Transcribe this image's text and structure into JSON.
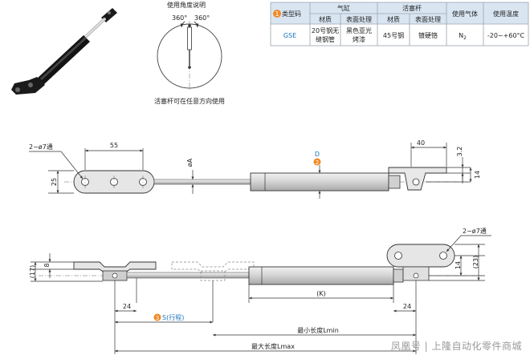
{
  "angle_note": {
    "title": "使用角度说明",
    "left_angle": "360°",
    "right_angle": "360°",
    "caption": "活塞杆可在任意方向使用"
  },
  "table": {
    "type_code_label": "类型码",
    "type_code_badge": "1",
    "cylinder_label": "气缸",
    "rod_label": "活塞杆",
    "gas_label": "使用气体",
    "temp_label": "使用温度",
    "cyl_material_label": "材质",
    "cyl_surface_label": "表面处理",
    "rod_material_label": "材质",
    "rod_surface_label": "表面处理",
    "row": {
      "code": "GSE",
      "cyl_material_l1": "20号钢无",
      "cyl_material_l2": "缝钢管",
      "cyl_surface_l1": "黑色亚光",
      "cyl_surface_l2": "烤漆",
      "rod_material": "45号钢",
      "rod_surface": "镀硬铬",
      "gas": "N",
      "gas_sub": "2",
      "temp": "-20~+60°C"
    }
  },
  "drawing_top": {
    "hole_label": "2−ø7通",
    "dim_55": "55",
    "dim_25": "25",
    "dim_phiA": "øA",
    "badge_2": "2",
    "dim_D": "D",
    "dim_40": "40",
    "dim_32": "3.2",
    "dim_14": "14"
  },
  "drawing_bottom": {
    "hole_label": "2−ø7通",
    "dim_17": "(17)",
    "dim_8": "8",
    "dim_24_left": "24",
    "dim_24_right": "24",
    "dim_K": "(K)",
    "badge_3": "3",
    "stroke_label": "S(行程)",
    "min_len": "最小长度Lmin",
    "max_len": "最大长度Lmax",
    "dim_14": "14",
    "dim_23": "(23)"
  },
  "watermark": "凤凰号 | 上隆自动化零件商城"
}
